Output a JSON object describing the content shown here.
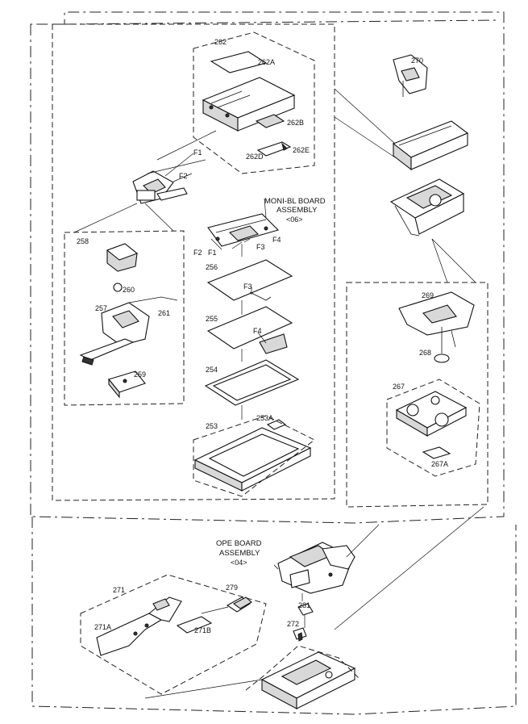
{
  "labels": {
    "p262": "262",
    "p262A": "262A",
    "p262B": "262B",
    "p262D": "262D",
    "p262E": "262E",
    "p270": "270",
    "f1a": "F1",
    "f2a": "F2",
    "moni_line1": "MONI-BL BOARD",
    "moni_line2": "ASSEMBLY",
    "moni_line3": "<06>",
    "f4a": "F4",
    "f3a": "F3",
    "f2b": "F2",
    "f1b": "F1",
    "p258": "258",
    "p260": "260",
    "p257": "257",
    "p261": "261",
    "p259": "259",
    "p256": "256",
    "f3b": "F3",
    "p255": "255",
    "f4b": "F4",
    "p254": "254",
    "p253A": "253A",
    "p253": "253",
    "p269": "269",
    "p268": "268",
    "p267": "267",
    "p267A": "267A",
    "ope_line1": "OPE BOARD",
    "ope_line2": "ASSEMBLY",
    "ope_line3": "<04>",
    "p271": "271",
    "p279": "279",
    "p281": "281",
    "p272": "272",
    "p271A": "271A",
    "p271B": "271B"
  }
}
